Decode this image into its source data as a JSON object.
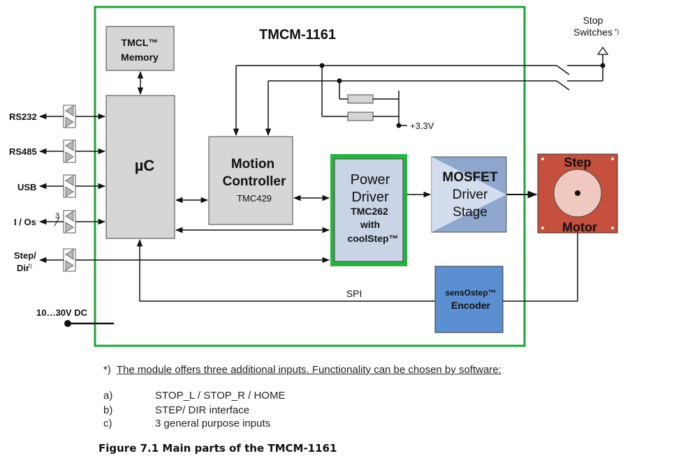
{
  "module_title": "TMCM-1161",
  "blocks": {
    "memory": [
      "TMCL™",
      "Memory"
    ],
    "uc": "µC",
    "motion": [
      "Motion",
      "Controller",
      "TMC429"
    ],
    "power": [
      "Power",
      "Driver",
      "TMC262",
      "with",
      "coolStep™"
    ],
    "mosfet": [
      "MOSFET",
      "Driver",
      "Stage"
    ],
    "motor": [
      "Step",
      "Motor"
    ],
    "encoder": [
      "sensOstep™",
      "Encoder"
    ]
  },
  "interfaces": {
    "rs232": "RS232",
    "rs485": "RS485",
    "usb": "USB",
    "ios": "I / Os",
    "ios_count": "3",
    "stepdir": [
      "Step/",
      "Dir"
    ],
    "stepdir_mark": "*)",
    "power_in": "10…30V DC"
  },
  "labels": {
    "stop_switches": [
      "Stop",
      "Switches"
    ],
    "stop_mark": "*)",
    "v33": "+3.3V",
    "spi": "SPI"
  },
  "footnote": {
    "marker": "*)",
    "text": "The module offers three additional inputs. Functionality can be chosen by software:",
    "options": [
      {
        "key": "a)",
        "text": "STOP_L / STOP_R / HOME"
      },
      {
        "key": "b)",
        "text": "STEP/ DIR interface"
      },
      {
        "key": "c)",
        "text": "3 general purpose inputs"
      }
    ]
  },
  "caption": "Figure 7.1 Main parts of the TMCM-1161",
  "colors": {
    "frame": "#1fa33a",
    "block_gray": "#d6d6d6",
    "power_fill": "#c9d5e6",
    "power_border": "#27b33f",
    "mosfet": "#8fa6ce",
    "motor": "#c5503e",
    "encoder": "#5b8fd1"
  }
}
